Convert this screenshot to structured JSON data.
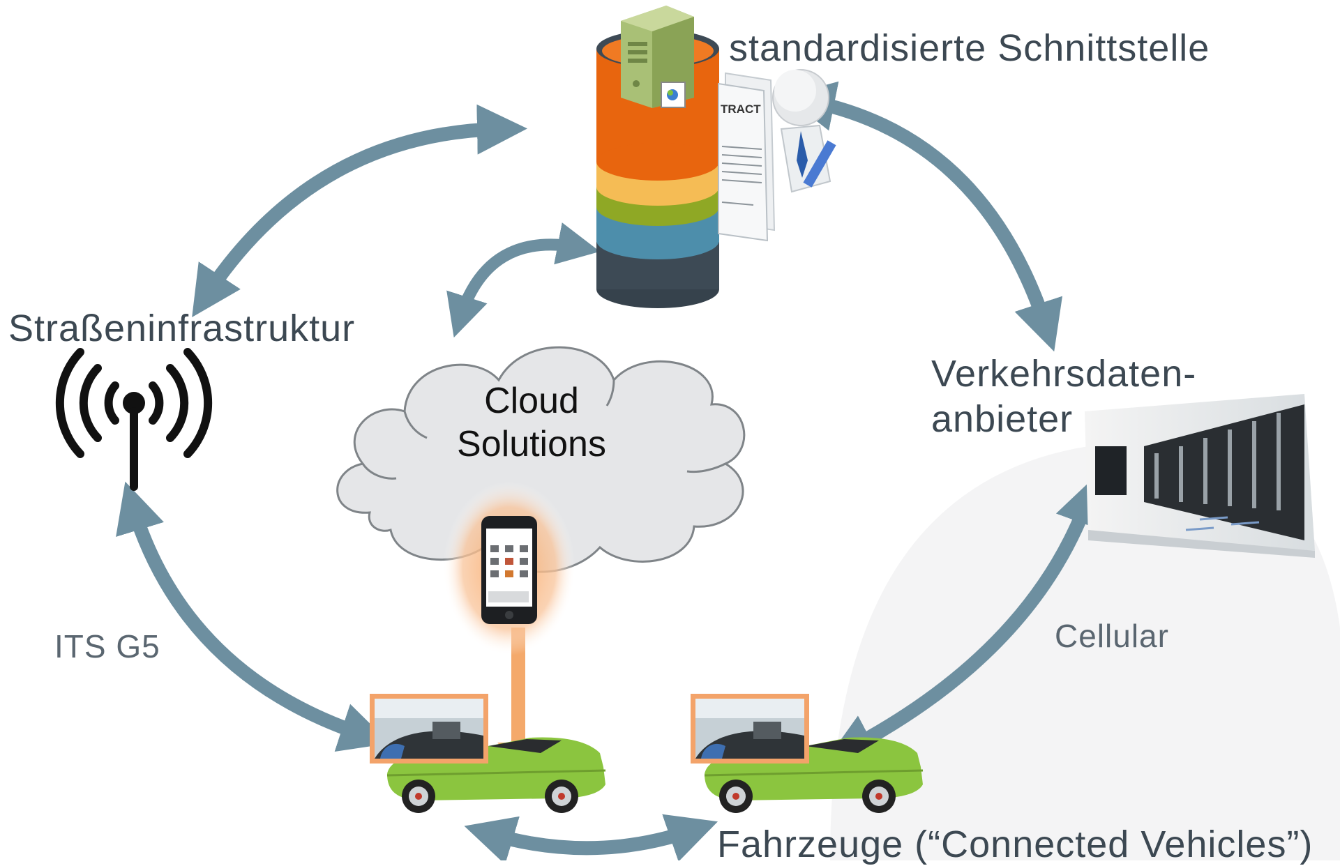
{
  "labels": {
    "standardized_interface": "standardisierte Schnittstelle",
    "road_infrastructure": "Straßeninfrastruktur",
    "traffic_data_provider_line1": "Verkehrsdaten-",
    "traffic_data_provider_line2": "anbieter",
    "its_g5": "ITS G5",
    "cellular": "Cellular",
    "vehicles": "Fahrzeuge (“Connected Vehicles”)",
    "cloud_line1": "Cloud",
    "cloud_line2": "Solutions"
  },
  "contract_text": "TRACT",
  "colors": {
    "arrow": "#6d8fa0",
    "car_body": "#8bc53f",
    "db_orange": "#e8650e",
    "db_yellow": "#f5bc55",
    "db_green": "#8fa825",
    "db_blue": "#4d8eab",
    "db_dark": "#3d4a55",
    "phone_glow": "#f7b27a",
    "text": "#3c4852"
  },
  "icons": [
    "database-icon",
    "server-icon",
    "contract-person-icon",
    "antenna-icon",
    "cloud-icon",
    "smartphone-icon",
    "car-icon",
    "data-center-icon",
    "dashboard-photo-icon"
  ]
}
